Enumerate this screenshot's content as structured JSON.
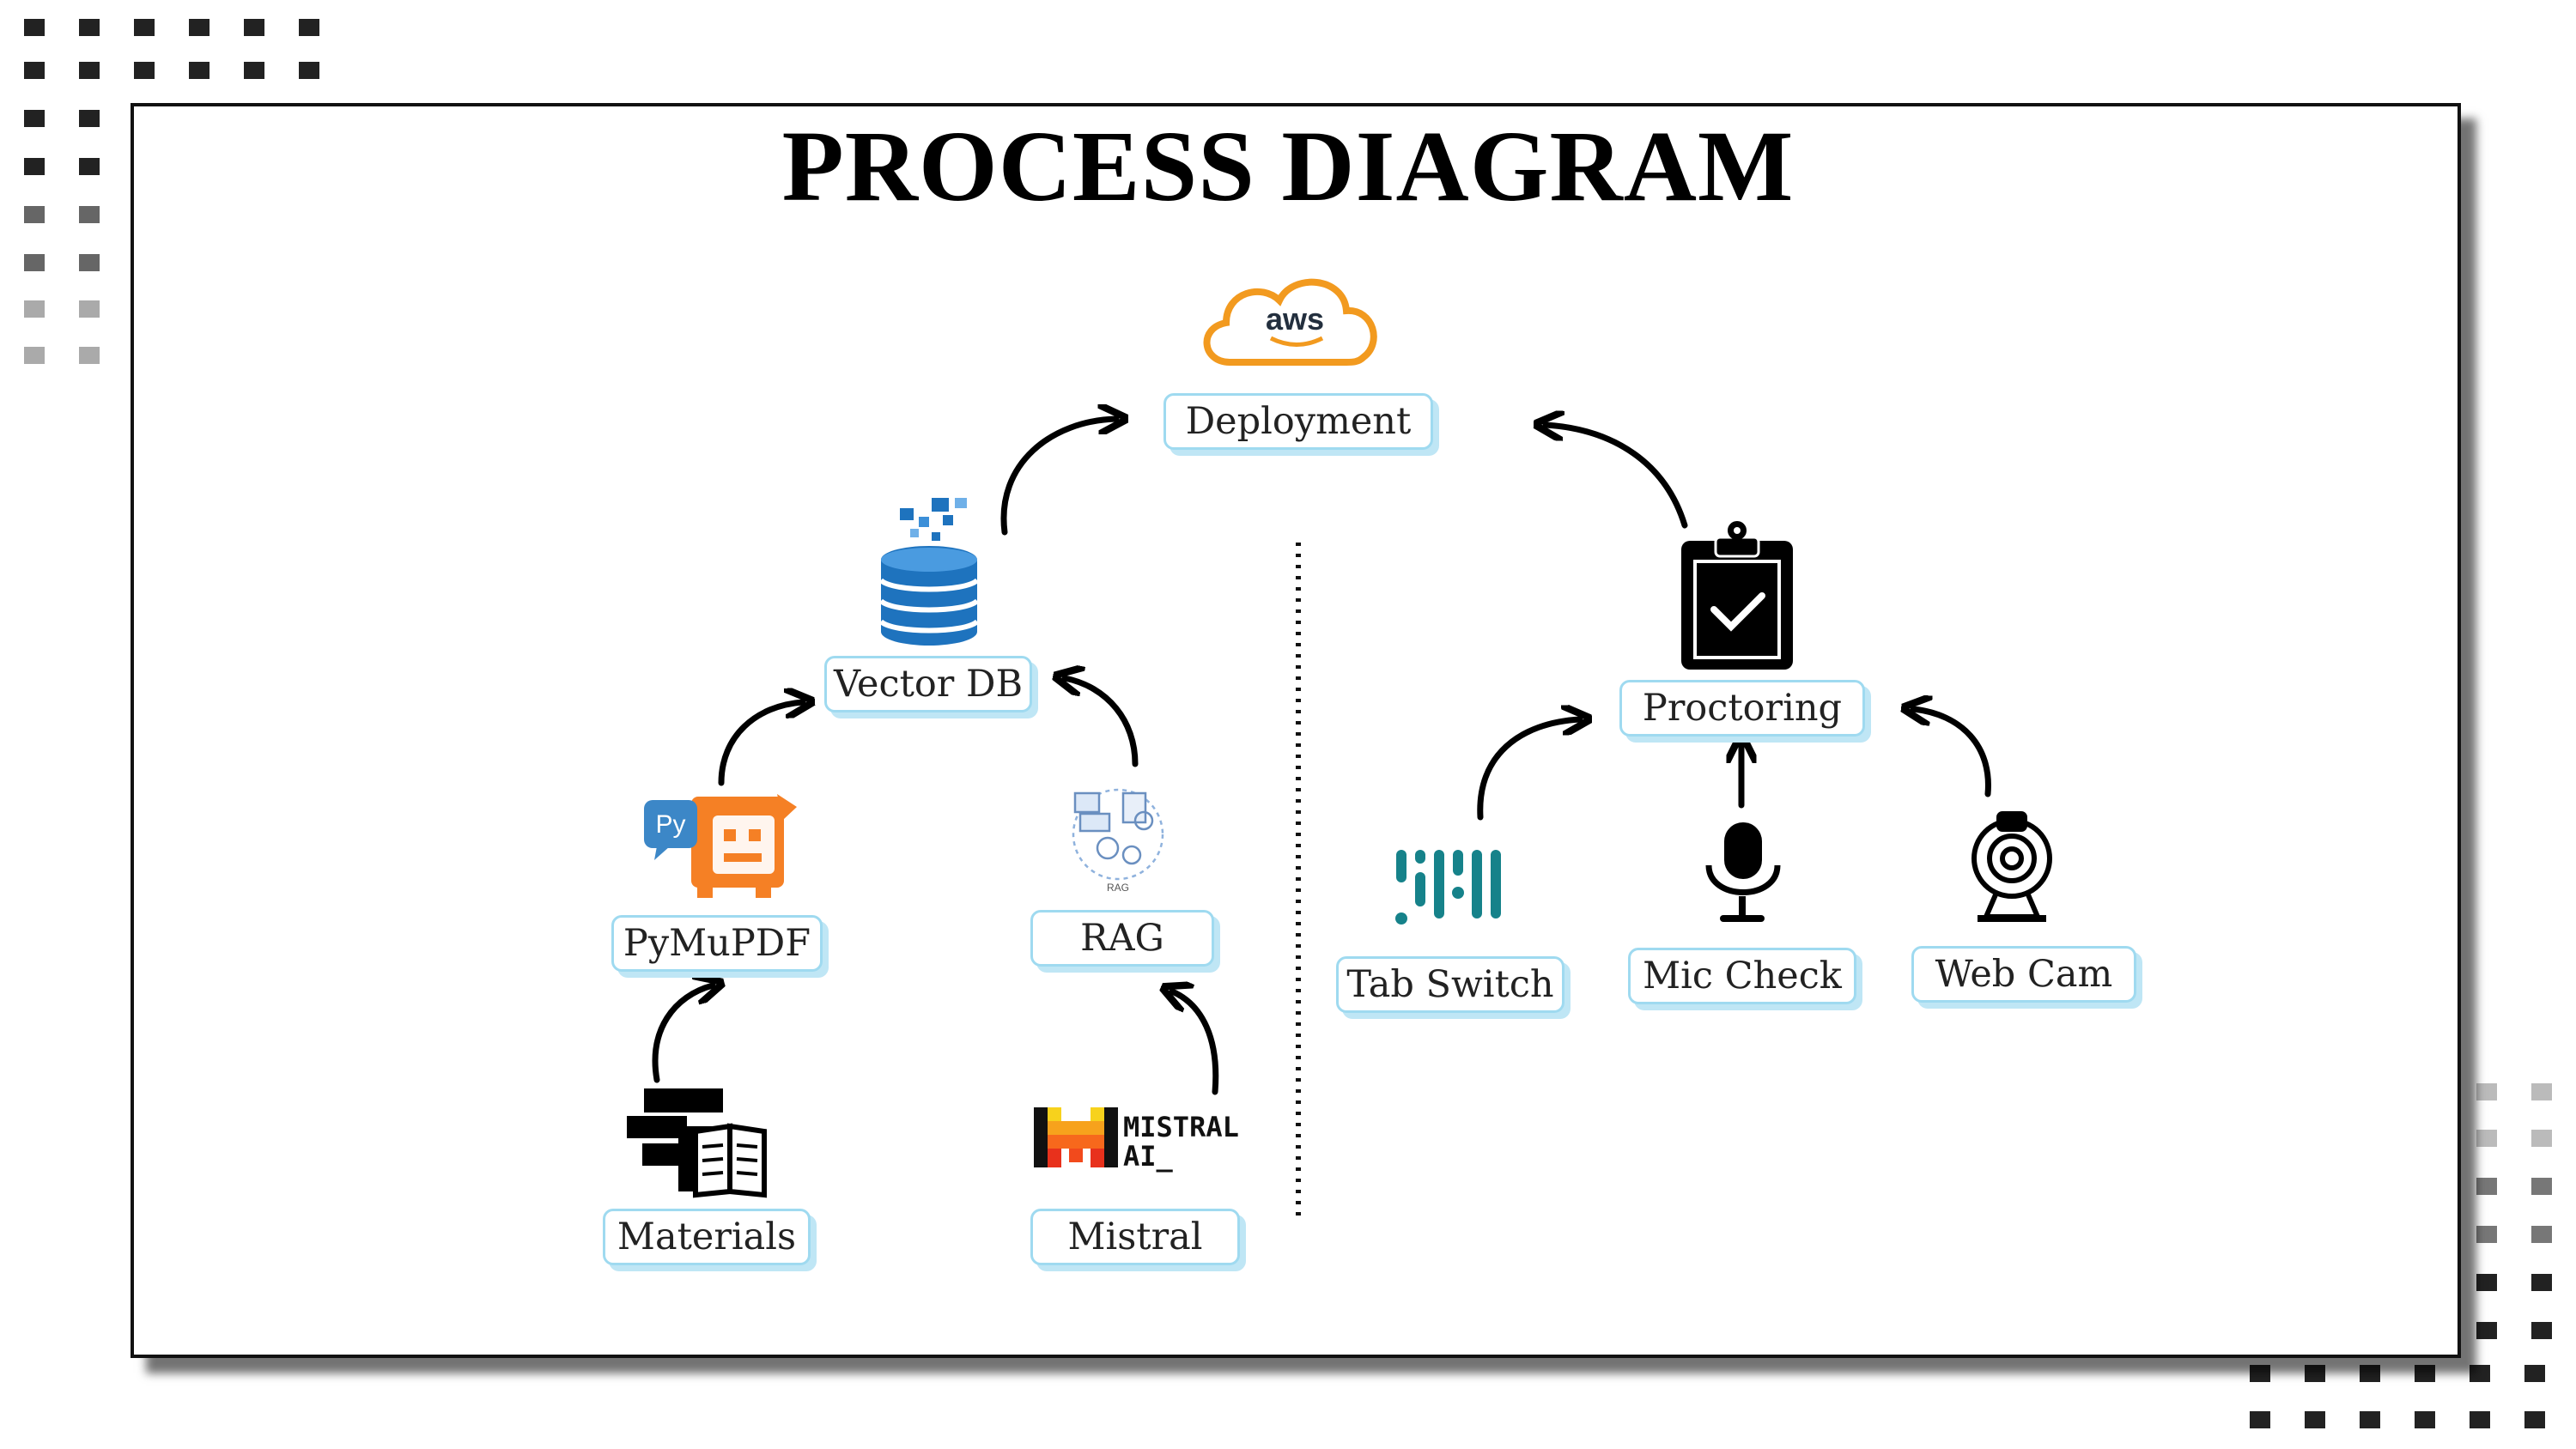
{
  "title": "PROCESS DIAGRAM",
  "nodes": {
    "deployment": "Deployment",
    "vector_db": "Vector DB",
    "pymupdf": "PyMuPDF",
    "rag": "RAG",
    "materials": "Materials",
    "mistral": "Mistral",
    "proctoring": "Proctoring",
    "tab_switch": "Tab Switch",
    "mic_check": "Mic Check",
    "web_cam": "Web Cam"
  },
  "logos": {
    "aws_text": "aws",
    "py_text": "Py",
    "rag_icon_text": "RAG",
    "mistral_line1": "MISTRAL",
    "mistral_line2": "AI_"
  },
  "edges": [
    {
      "from": "Materials",
      "to": "PyMuPDF"
    },
    {
      "from": "PyMuPDF",
      "to": "Vector DB"
    },
    {
      "from": "Mistral",
      "to": "RAG"
    },
    {
      "from": "RAG",
      "to": "Vector DB"
    },
    {
      "from": "Vector DB",
      "to": "Deployment"
    },
    {
      "from": "Tab Switch",
      "to": "Proctoring"
    },
    {
      "from": "Mic Check",
      "to": "Proctoring"
    },
    {
      "from": "Web Cam",
      "to": "Proctoring"
    },
    {
      "from": "Proctoring",
      "to": "Deployment"
    }
  ],
  "colors": {
    "pill_border": "#9fdaf0",
    "pill_shadow": "#bfe6f5",
    "aws_orange": "#f29a1f",
    "db_blue": "#1e73be",
    "pymupdf_orange": "#f58025",
    "py_blue": "#3c87c7",
    "tab_teal": "#16828a",
    "mistral_orange": "#f7681c"
  }
}
